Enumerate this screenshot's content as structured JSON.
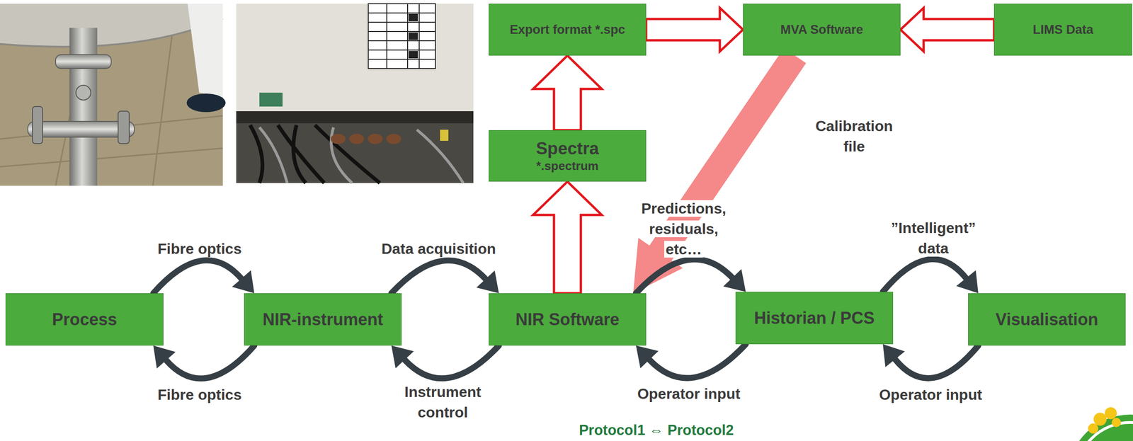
{
  "diagram": {
    "nodes": [
      {
        "text": [
          "Export format *.spc"
        ]
      },
      {
        "text": [
          "MVA Software"
        ]
      },
      {
        "text": [
          "LIMS Data"
        ]
      },
      {
        "text": [
          "Spectra",
          "*.spectrum"
        ]
      },
      {
        "text": [
          "Process"
        ]
      },
      {
        "text": [
          "NIR-instrument"
        ]
      },
      {
        "text": [
          "NIR Software"
        ]
      },
      {
        "text": [
          "Historian / PCS"
        ]
      },
      {
        "text": [
          "Visualisation"
        ]
      }
    ],
    "edges": [
      {
        "from": 6,
        "to": 3,
        "arrow": "to"
      },
      {
        "from": 3,
        "to": 0,
        "arrow": "to"
      },
      {
        "from": 0,
        "to": 1,
        "arrow": "to"
      },
      {
        "from": 2,
        "to": 1,
        "arrow": "to"
      },
      {
        "from": 1,
        "to": 6,
        "label": "Calibration file",
        "arrow": "to"
      },
      {
        "from": 4,
        "to": 5,
        "label": "Fibre optics",
        "arrow": "to"
      },
      {
        "from": 5,
        "to": 4,
        "label": "Fibre optics",
        "arrow": "to"
      },
      {
        "from": 5,
        "to": 6,
        "label": "Data acquisition",
        "arrow": "to"
      },
      {
        "from": 6,
        "to": 5,
        "label": "Instrument control",
        "arrow": "to"
      },
      {
        "from": 6,
        "to": 7,
        "label": "Predictions, residuals, etc…",
        "arrow": "to"
      },
      {
        "from": 7,
        "to": 6,
        "label": "Operator input",
        "arrow": "to"
      },
      {
        "from": 7,
        "to": 8,
        "label": "”Intelligent” data",
        "arrow": "to"
      },
      {
        "from": 8,
        "to": 7,
        "label": "Operator input",
        "arrow": "to"
      }
    ],
    "labels": [
      "Protocol1 ⇔ Protocol2"
    ]
  }
}
